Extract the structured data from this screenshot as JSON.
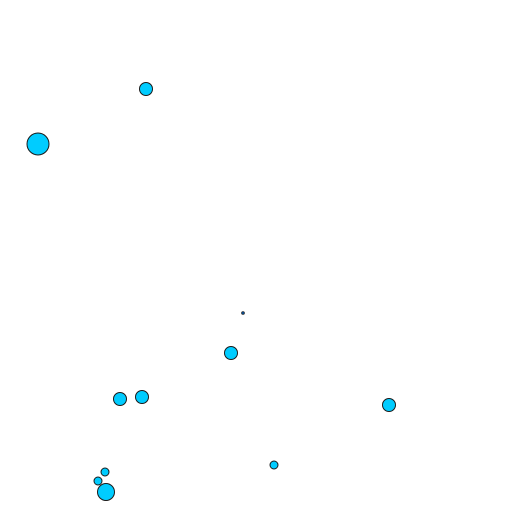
{
  "colors": {
    "background": "#ffffff",
    "circle_fill": "#00ccff",
    "circle_stroke": "#1a1a1a"
  },
  "circles": [
    {
      "id": "circle-1"
    },
    {
      "id": "circle-2"
    },
    {
      "id": "circle-3"
    },
    {
      "id": "circle-4"
    },
    {
      "id": "circle-5"
    },
    {
      "id": "circle-6"
    },
    {
      "id": "circle-7"
    },
    {
      "id": "circle-8"
    },
    {
      "id": "circle-9"
    },
    {
      "id": "circle-10"
    },
    {
      "id": "circle-11"
    },
    {
      "id": "circle-12"
    }
  ]
}
